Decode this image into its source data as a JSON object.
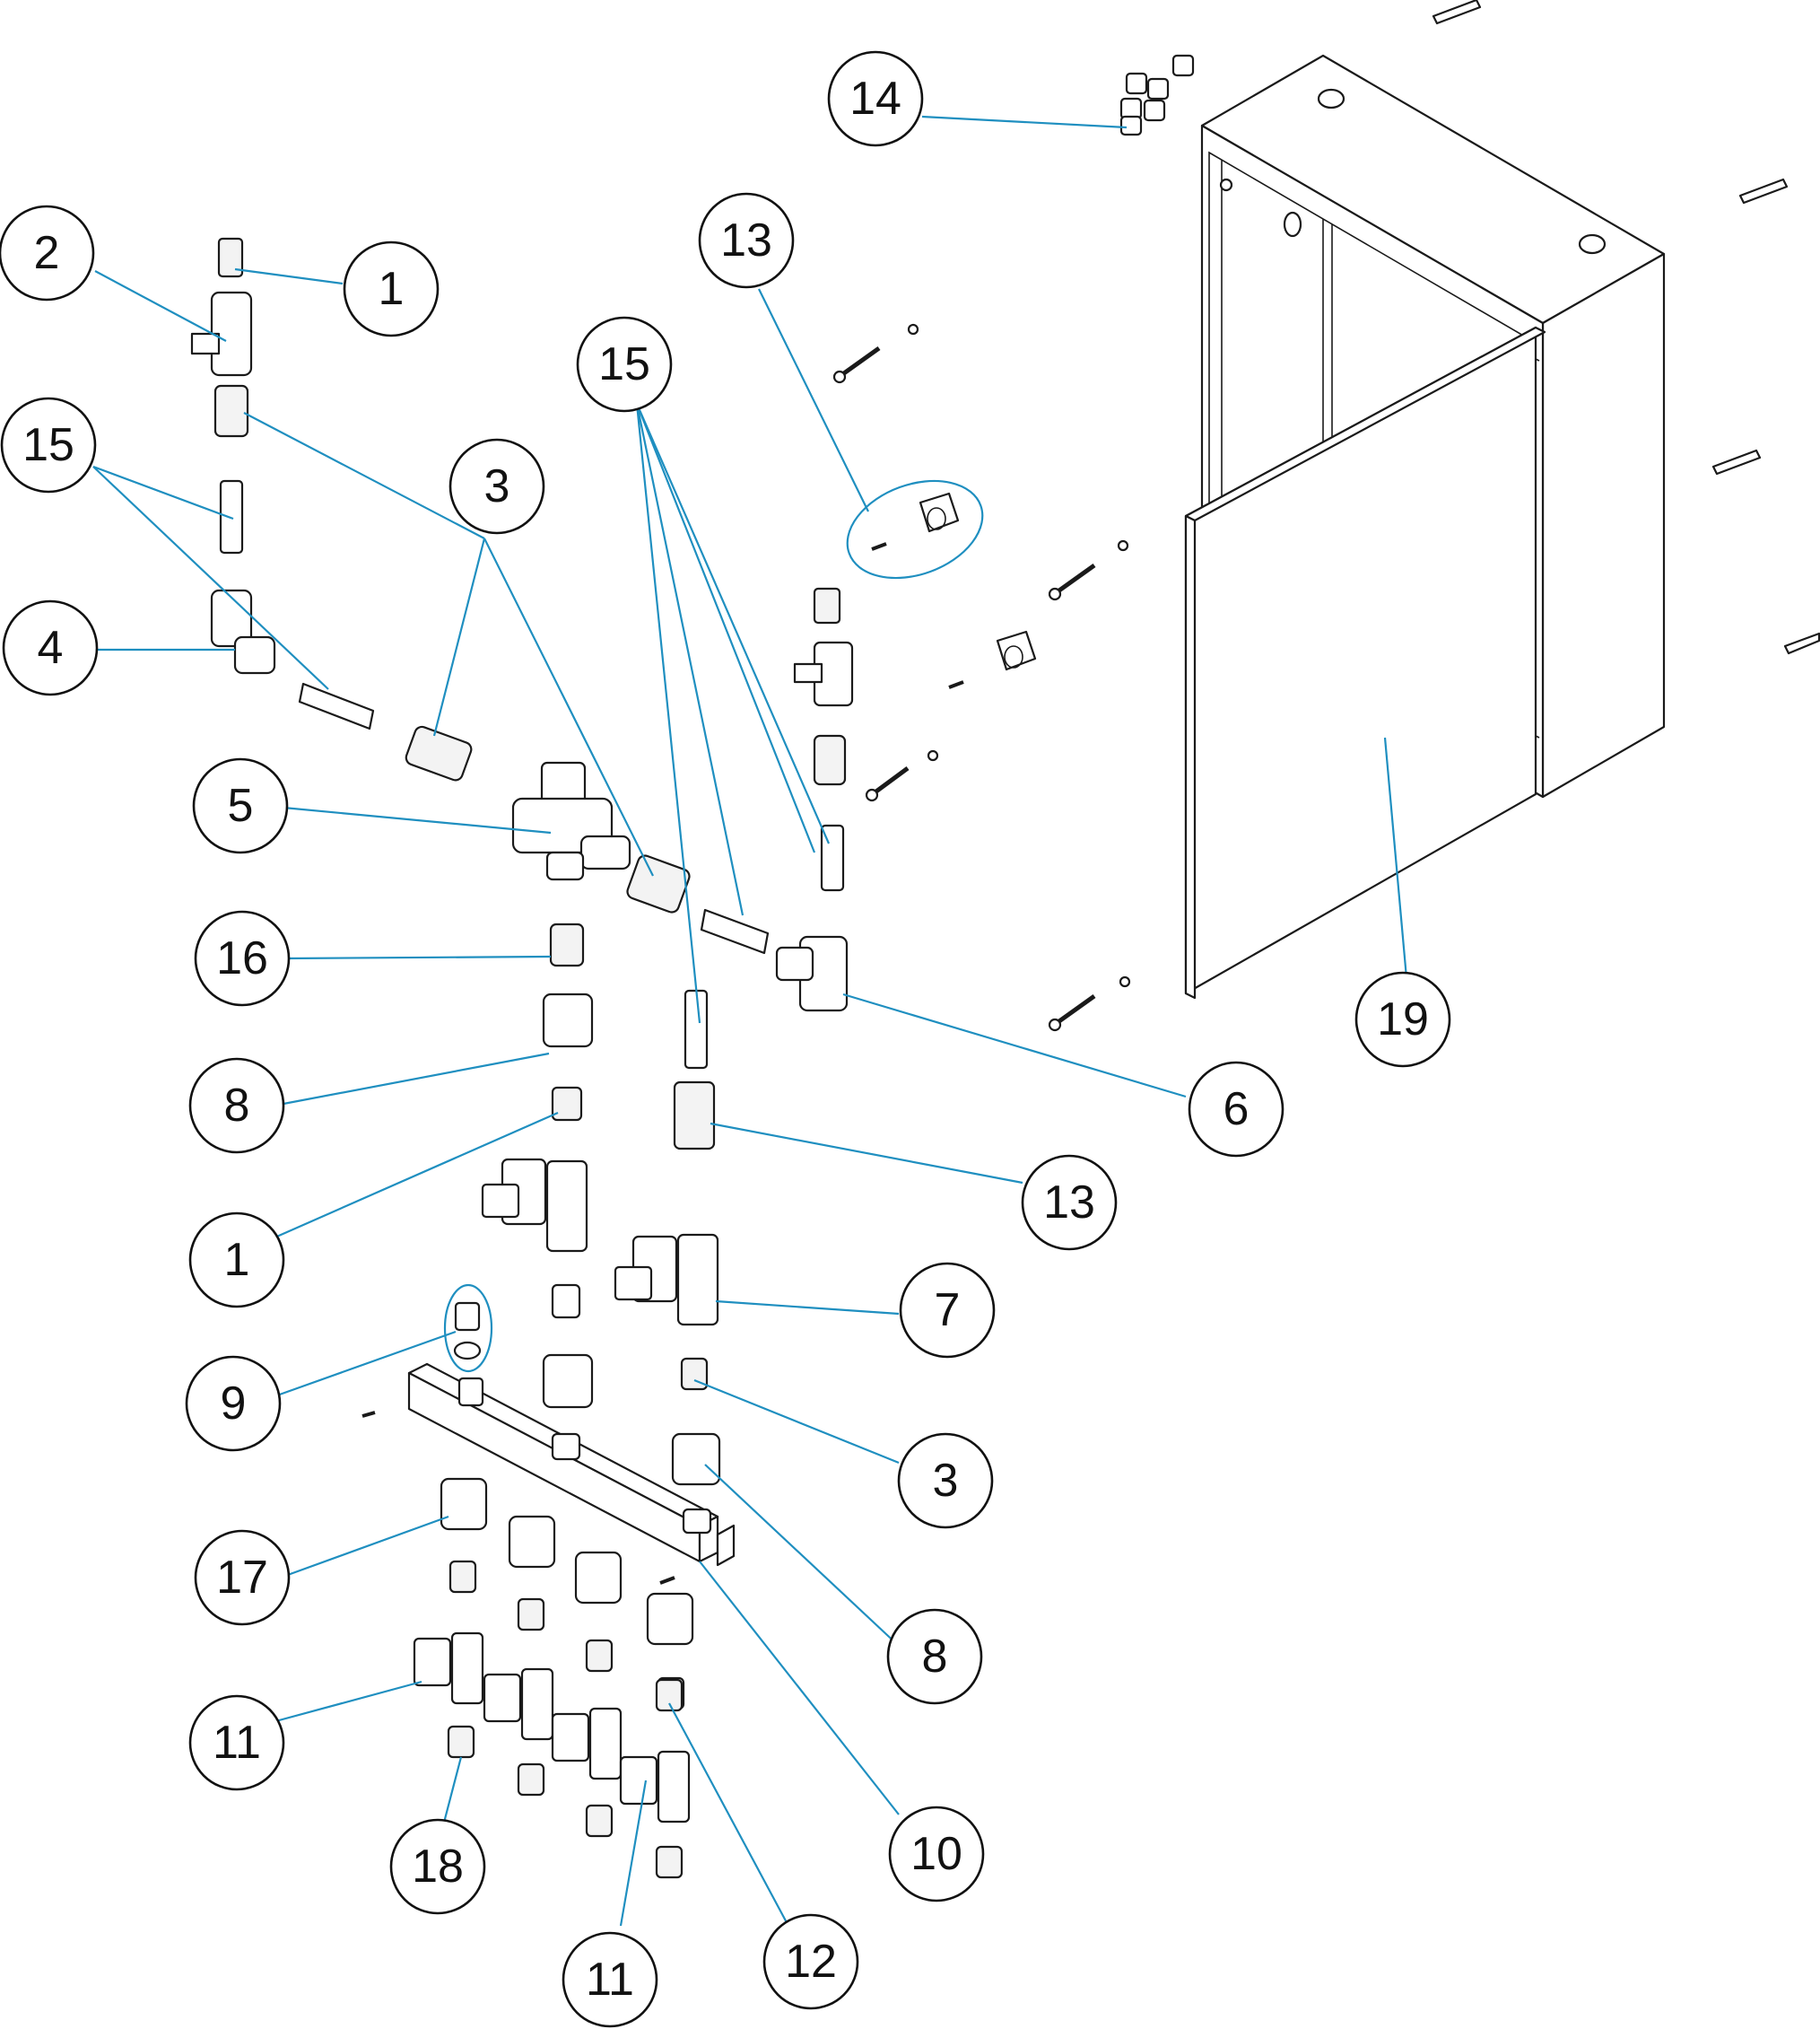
{
  "callouts": [
    {
      "label": "1"
    },
    {
      "label": "2"
    },
    {
      "label": "15"
    },
    {
      "label": "4"
    },
    {
      "label": "3"
    },
    {
      "label": "15"
    },
    {
      "label": "13"
    },
    {
      "label": "14"
    },
    {
      "label": "5"
    },
    {
      "label": "16"
    },
    {
      "label": "8"
    },
    {
      "label": "1"
    },
    {
      "label": "9"
    },
    {
      "label": "17"
    },
    {
      "label": "11"
    },
    {
      "label": "18"
    },
    {
      "label": "11"
    },
    {
      "label": "12"
    },
    {
      "label": "10"
    },
    {
      "label": "8"
    },
    {
      "label": "3"
    },
    {
      "label": "7"
    },
    {
      "label": "13"
    },
    {
      "label": "6"
    },
    {
      "label": "19"
    }
  ],
  "colors": {
    "leader_line": "#1f8fc0",
    "outline": "#1a1a1a",
    "background": "#ffffff"
  }
}
